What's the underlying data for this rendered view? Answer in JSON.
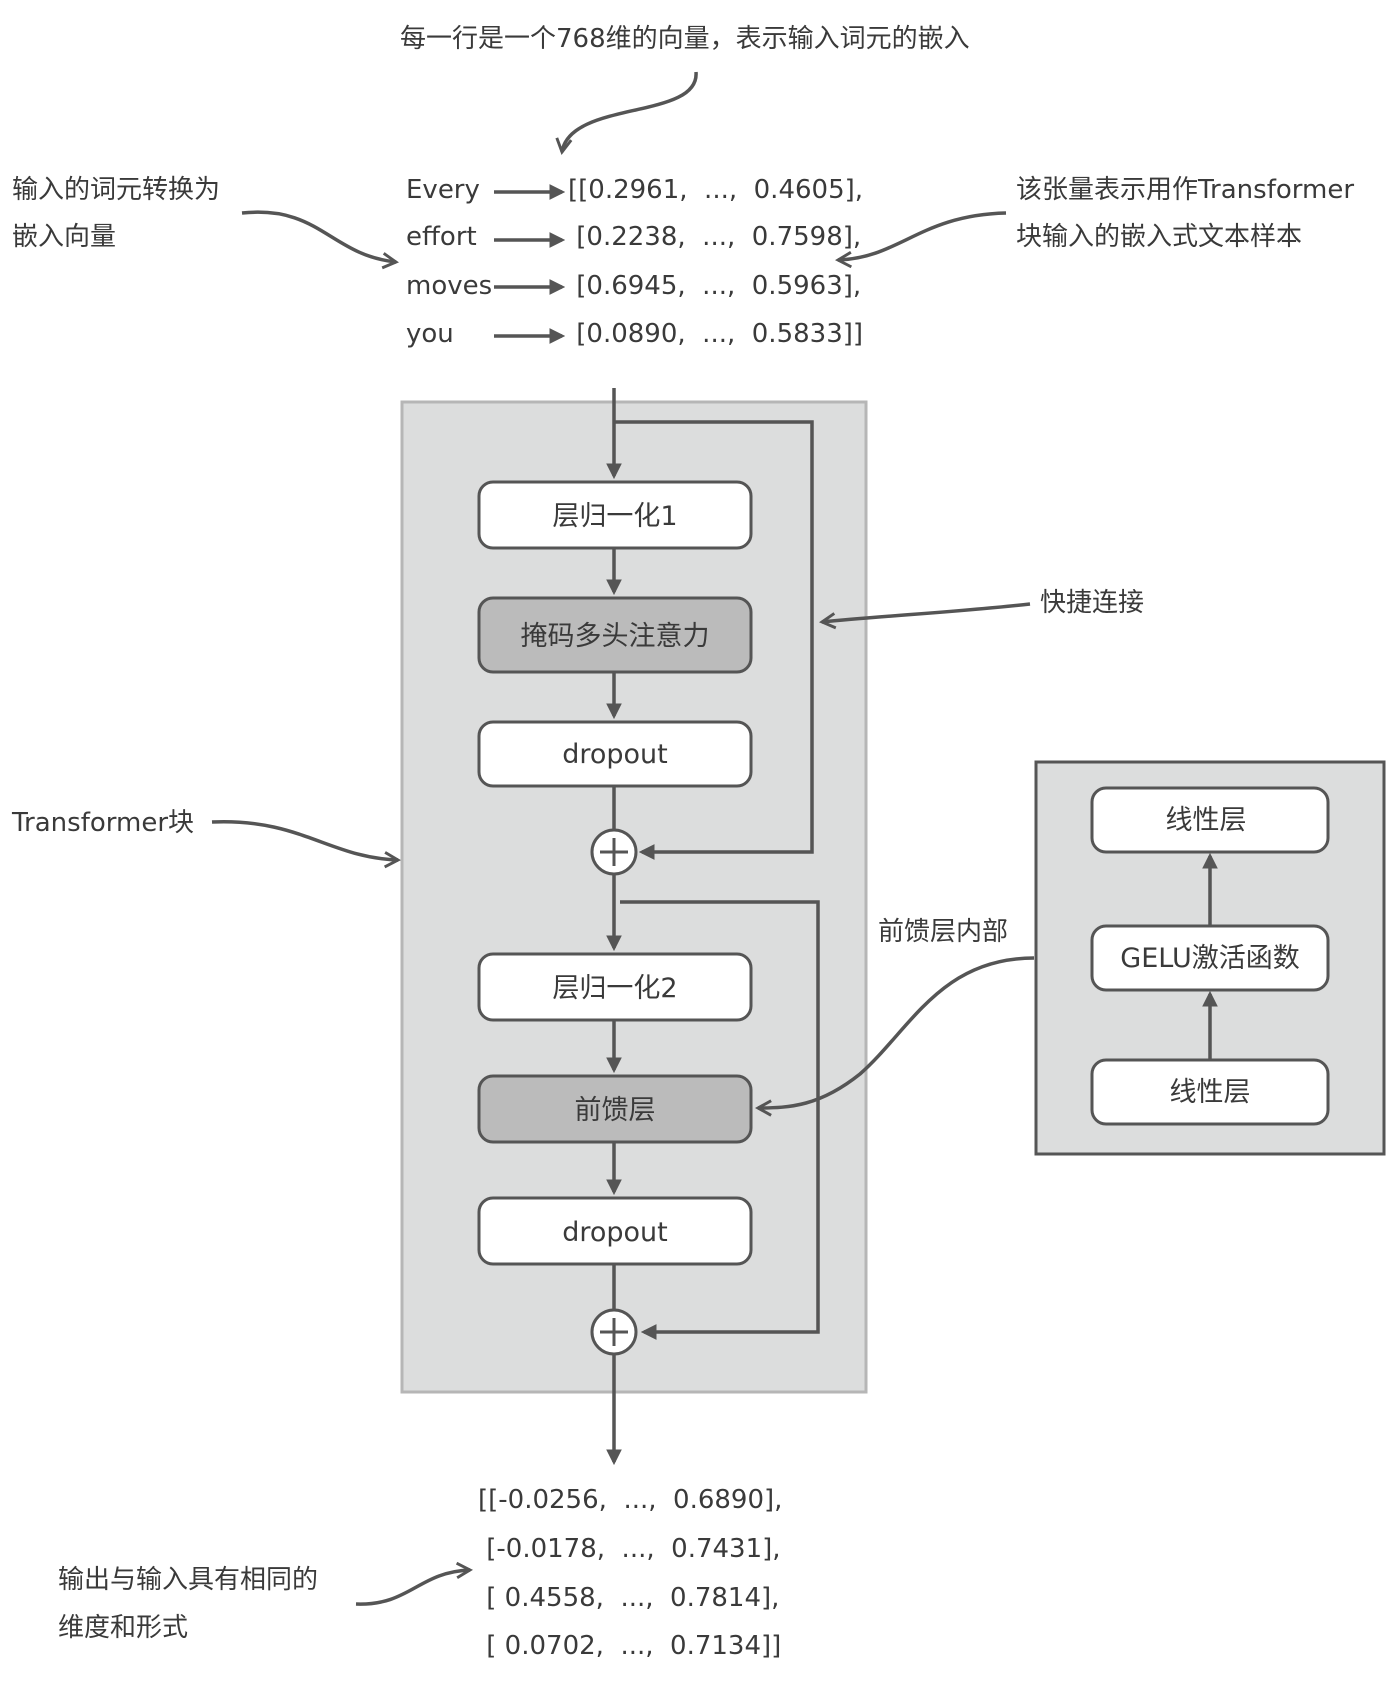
{
  "annotations": {
    "top_note": "每一行是一个768维的向量，表示输入词元的嵌入",
    "left_note_line1": "输入的词元转换为",
    "left_note_line2": "嵌入向量",
    "right_note_line1": "该张量表示用作Transformer",
    "right_note_line2": "块输入的嵌入式文本样本",
    "shortcut_note": "快捷连接",
    "transformer_block_note": "Transformer块",
    "ff_inside_note": "前馈层内部",
    "output_note_line1": "输出与输入具有相同的",
    "output_note_line2": "维度和形式"
  },
  "input_tokens": [
    {
      "token": "Every",
      "vector": "[[0.2961,  ...,  0.4605],"
    },
    {
      "token": "effort",
      "vector": " [0.2238,  ...,  0.7598],"
    },
    {
      "token": "moves",
      "vector": " [0.6945,  ...,  0.5963],"
    },
    {
      "token": "you",
      "vector": " [0.0890,  ...,  0.5833]]"
    }
  ],
  "block": {
    "layernorm1": "层归一化1",
    "attention": "掩码多头注意力",
    "dropout1": "dropout",
    "layernorm2": "层归一化2",
    "feedforward": "前馈层",
    "dropout2": "dropout",
    "add_symbol": "+"
  },
  "ff_detail": {
    "linear_top": "线性层",
    "gelu": "GELU激活函数",
    "linear_bottom": "线性层"
  },
  "output_rows": [
    "[[-0.0256,  ...,  0.6890],",
    " [-0.0178,  ...,  0.7431],",
    " [ 0.4558,  ...,  0.7814],",
    " [ 0.0702,  ...,  0.7134]]"
  ],
  "colors": {
    "block_bg": "#dcdddd",
    "block_border": "#b6b6b6",
    "box_white": "#ffffff",
    "box_dark": "#bbbbbb",
    "stroke": "#555555"
  }
}
